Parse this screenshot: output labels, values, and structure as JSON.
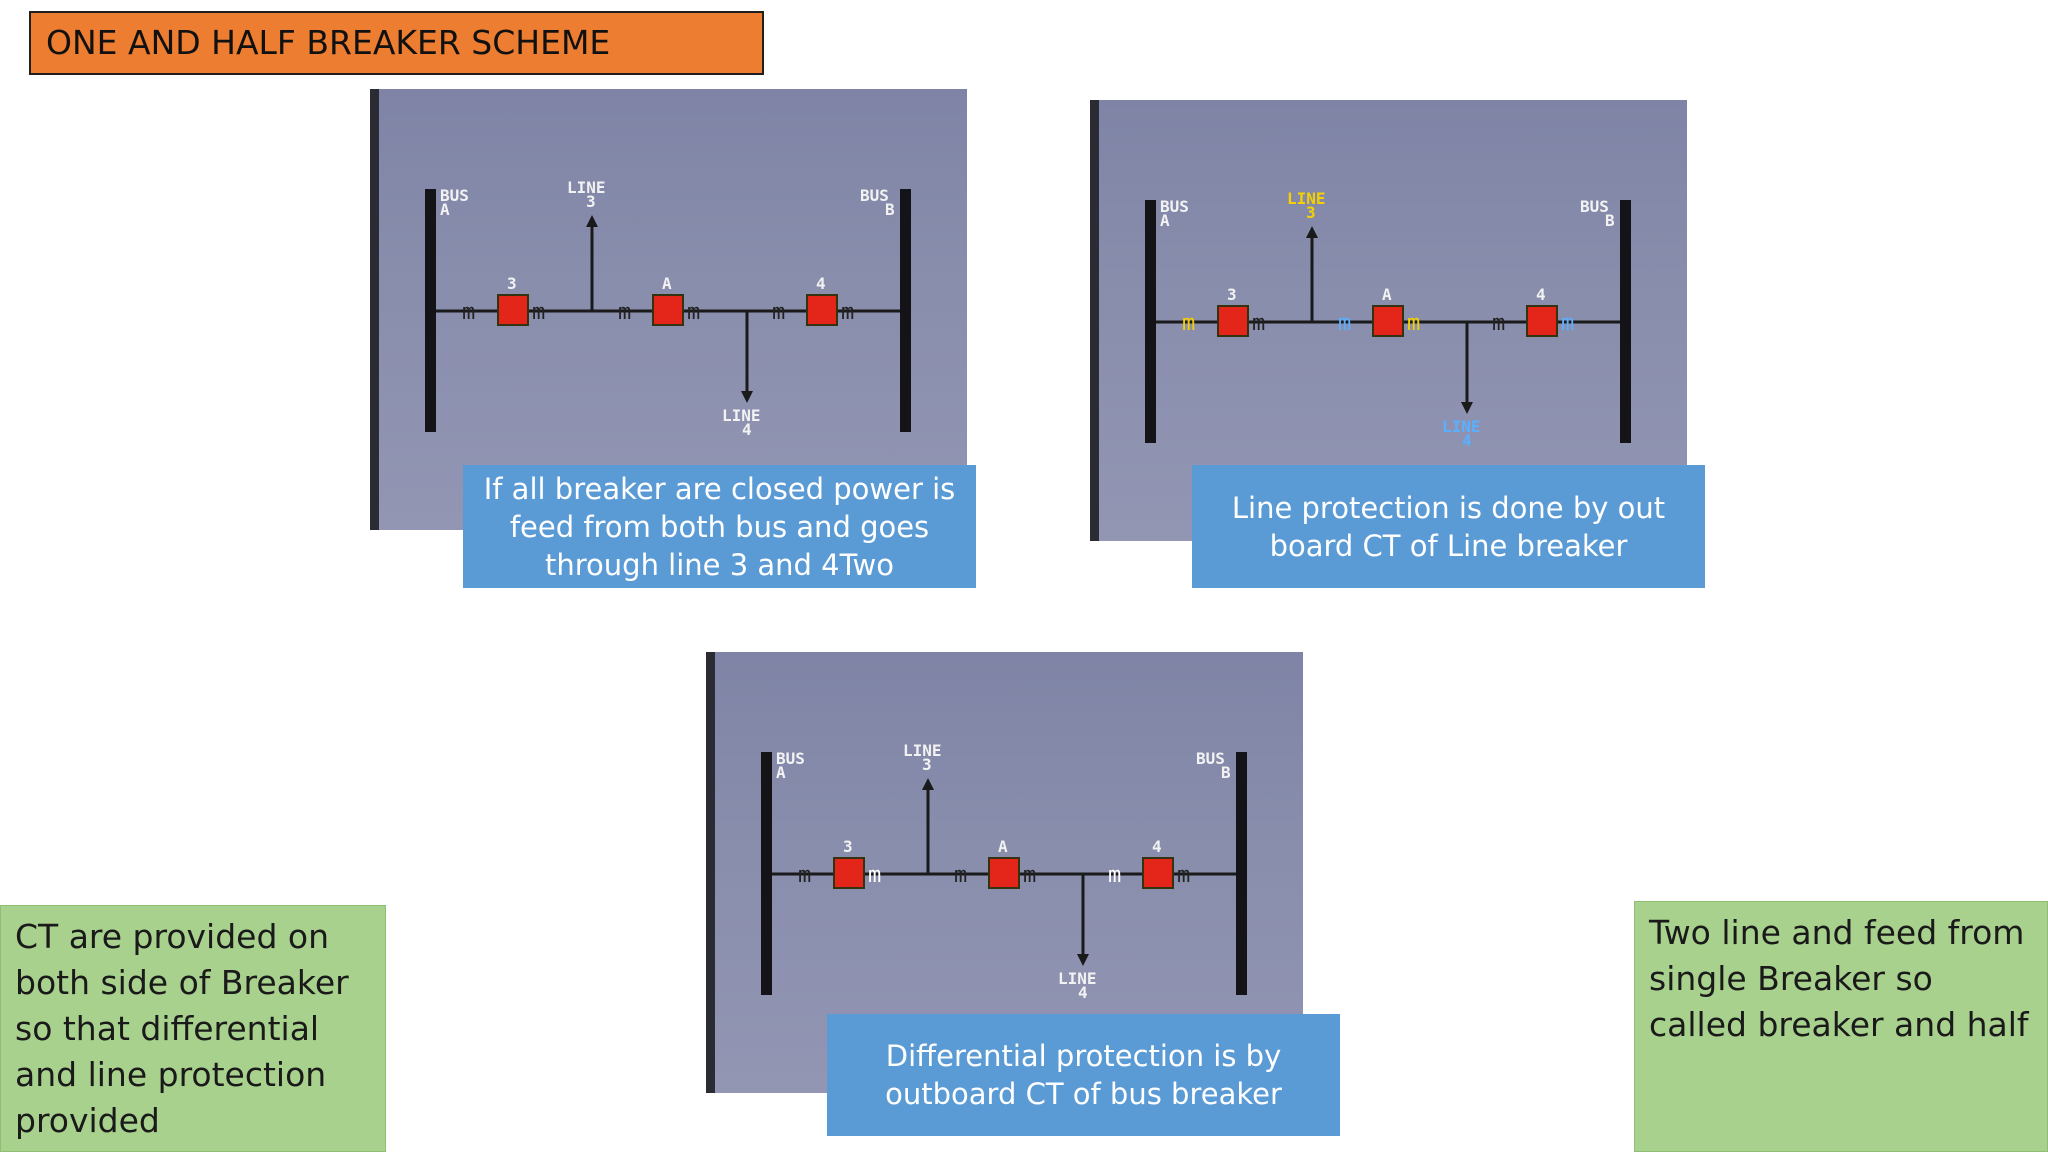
{
  "slide": {
    "title": "ONE AND HALF BREAKER SCHEME",
    "accent_color": "#ed7d31",
    "caption_color": "#5b9bd5",
    "note_color": "#a9d18e"
  },
  "panels": [
    {
      "bus_a": [
        "BUS",
        "A"
      ],
      "bus_b": [
        "BUS",
        "B"
      ],
      "line_top": [
        "LINE",
        "3"
      ],
      "line_bottom": [
        "LINE",
        "4"
      ],
      "breakers": [
        "3",
        "A",
        "4"
      ],
      "caption": "If all breaker are closed power is feed from both bus and goes through line 3 and 4Two"
    },
    {
      "bus_a": [
        "BUS",
        "A"
      ],
      "bus_b": [
        "BUS",
        "B"
      ],
      "line_top": [
        "LINE",
        "3"
      ],
      "line_bottom": [
        "LINE",
        "4"
      ],
      "breakers": [
        "3",
        "A",
        "4"
      ],
      "caption": "Line protection is done by out board CT of Line breaker"
    },
    {
      "bus_a": [
        "BUS",
        "A"
      ],
      "bus_b": [
        "BUS",
        "B"
      ],
      "line_top": [
        "LINE",
        "3"
      ],
      "line_bottom": [
        "LINE",
        "4"
      ],
      "breakers": [
        "3",
        "A",
        "4"
      ],
      "caption": "Differential protection is by outboard CT of bus breaker"
    }
  ],
  "notes": {
    "left": "CT are provided on both side of Breaker so that differential and line protection provided",
    "right": "Two line and feed from single Breaker so called breaker and half"
  }
}
